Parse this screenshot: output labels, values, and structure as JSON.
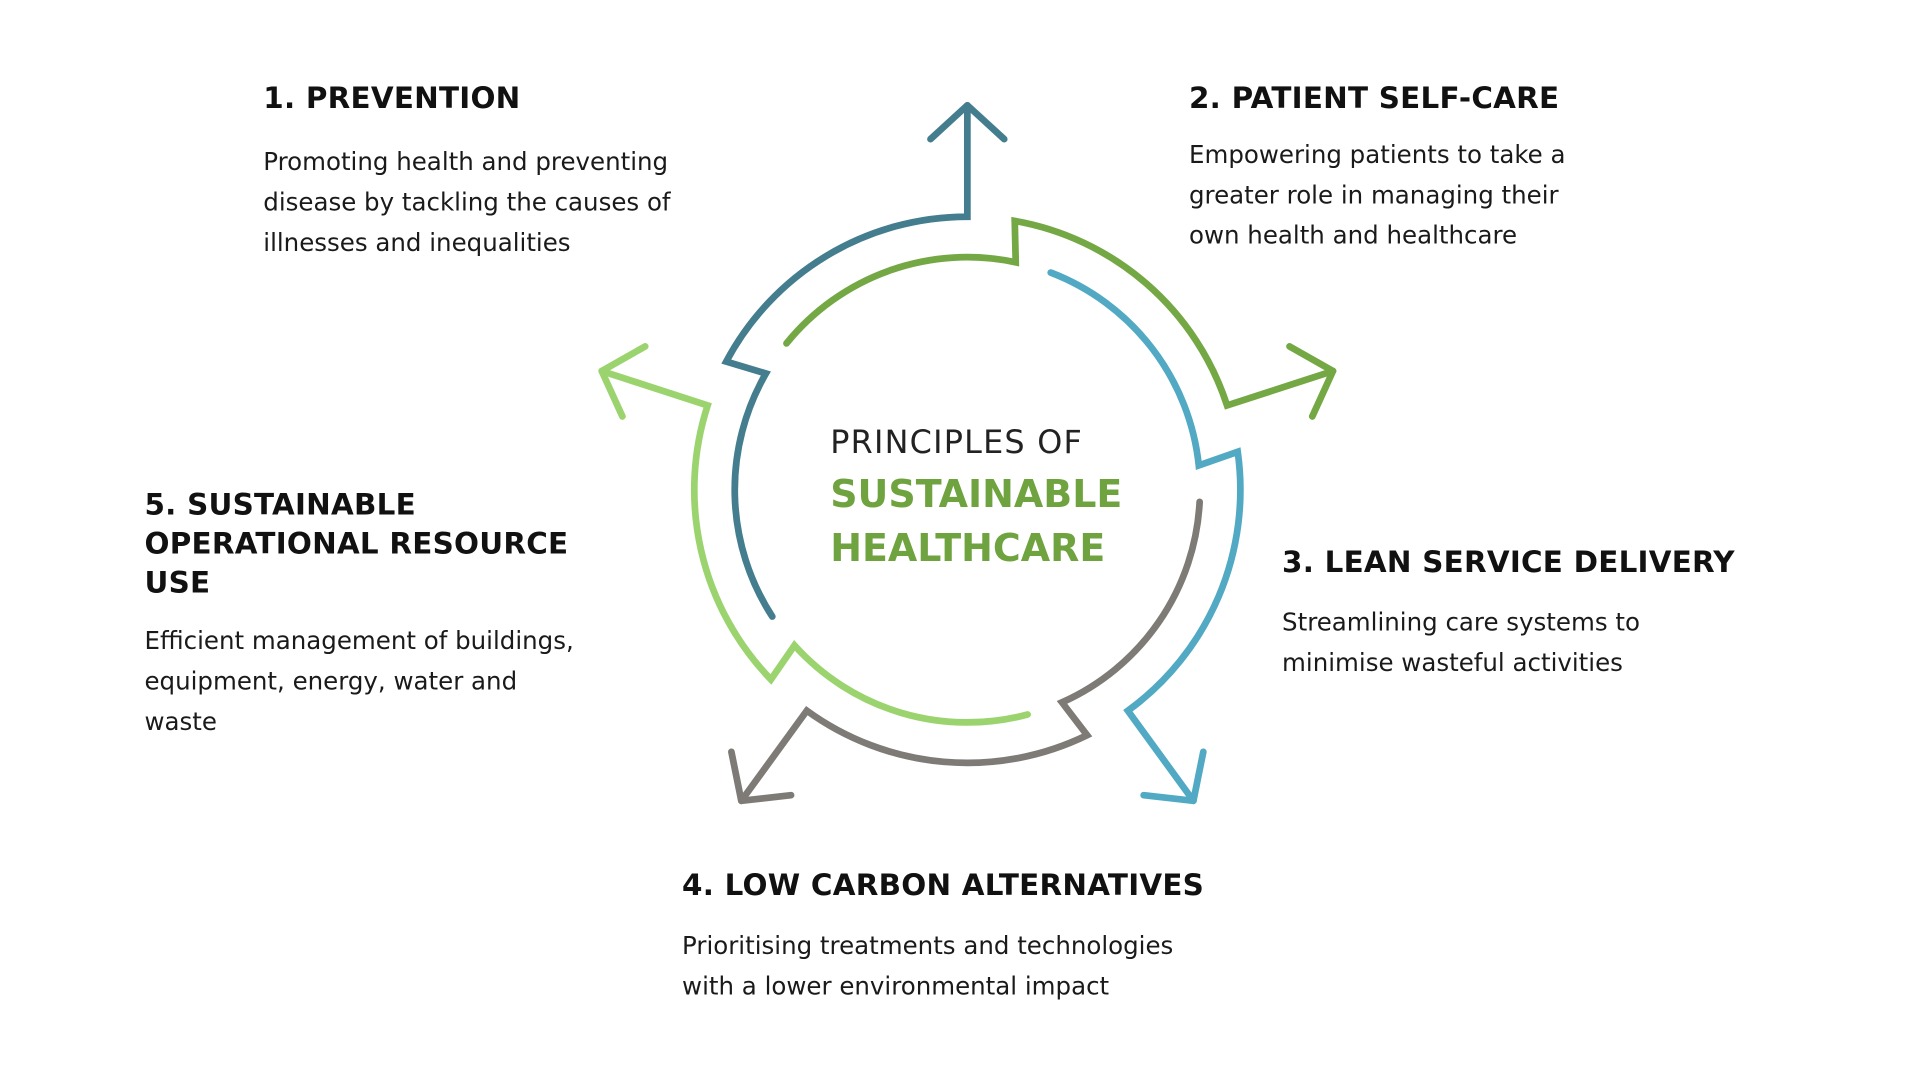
{
  "center": {
    "line1": "PRINCIPLES OF",
    "line2": "SUSTAINABLE",
    "line3": "HEALTHCARE",
    "accent_color": "#6fa33f"
  },
  "principles": [
    {
      "title_lines": [
        "1. PREVENTION"
      ],
      "body_lines": [
        "Promoting health and preventing",
        "disease by tackling the causes of",
        "illnesses and inequalities"
      ],
      "color": "#437d8e"
    },
    {
      "title_lines": [
        "2. PATIENT SELF-CARE"
      ],
      "body_lines": [
        "Empowering patients to take a",
        "greater role in managing their",
        "own health and healthcare"
      ],
      "color": "#74a845"
    },
    {
      "title_lines": [
        "3. LEAN SERVICE DELIVERY"
      ],
      "body_lines": [
        "Streamlining care systems to",
        "minimise wasteful activities"
      ],
      "color": "#52a9c3"
    },
    {
      "title_lines": [
        "4. LOW CARBON ALTERNATIVES"
      ],
      "body_lines": [
        "Prioritising treatments and technologies",
        "with  a lower environmental impact"
      ],
      "color": "#7e7b77"
    },
    {
      "title_lines": [
        "5. SUSTAINABLE",
        "OPERATIONAL RESOURCE",
        "USE"
      ],
      "body_lines": [
        "Efficient management of buildings,",
        "equipment, energy, water and",
        "waste"
      ],
      "color": "#9bd46e"
    }
  ]
}
